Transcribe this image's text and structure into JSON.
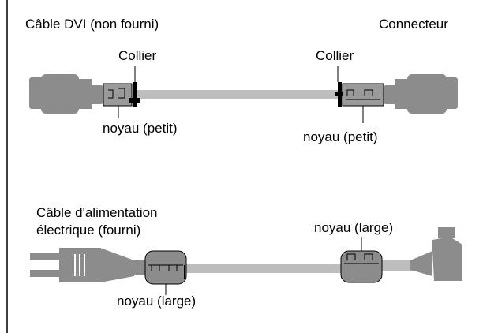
{
  "dvi": {
    "cable_title": "Câble DVI (non fourni)",
    "connector_label": "Connecteur",
    "collar_left": "Collier",
    "collar_right": "Collier",
    "core_left": "noyau (petit)",
    "core_right": "noyau (petit)"
  },
  "power": {
    "cable_title_line1": "Câble d'alimentation",
    "cable_title_line2": "électrique (fourni)",
    "core_left": "noyau (large)",
    "core_right": "noyau (large)"
  },
  "colors": {
    "connector_fill": "#8c8c8c",
    "cable_fill": "#bdbdbd",
    "core_fill": "#6e6e6e",
    "outline": "#000000"
  }
}
